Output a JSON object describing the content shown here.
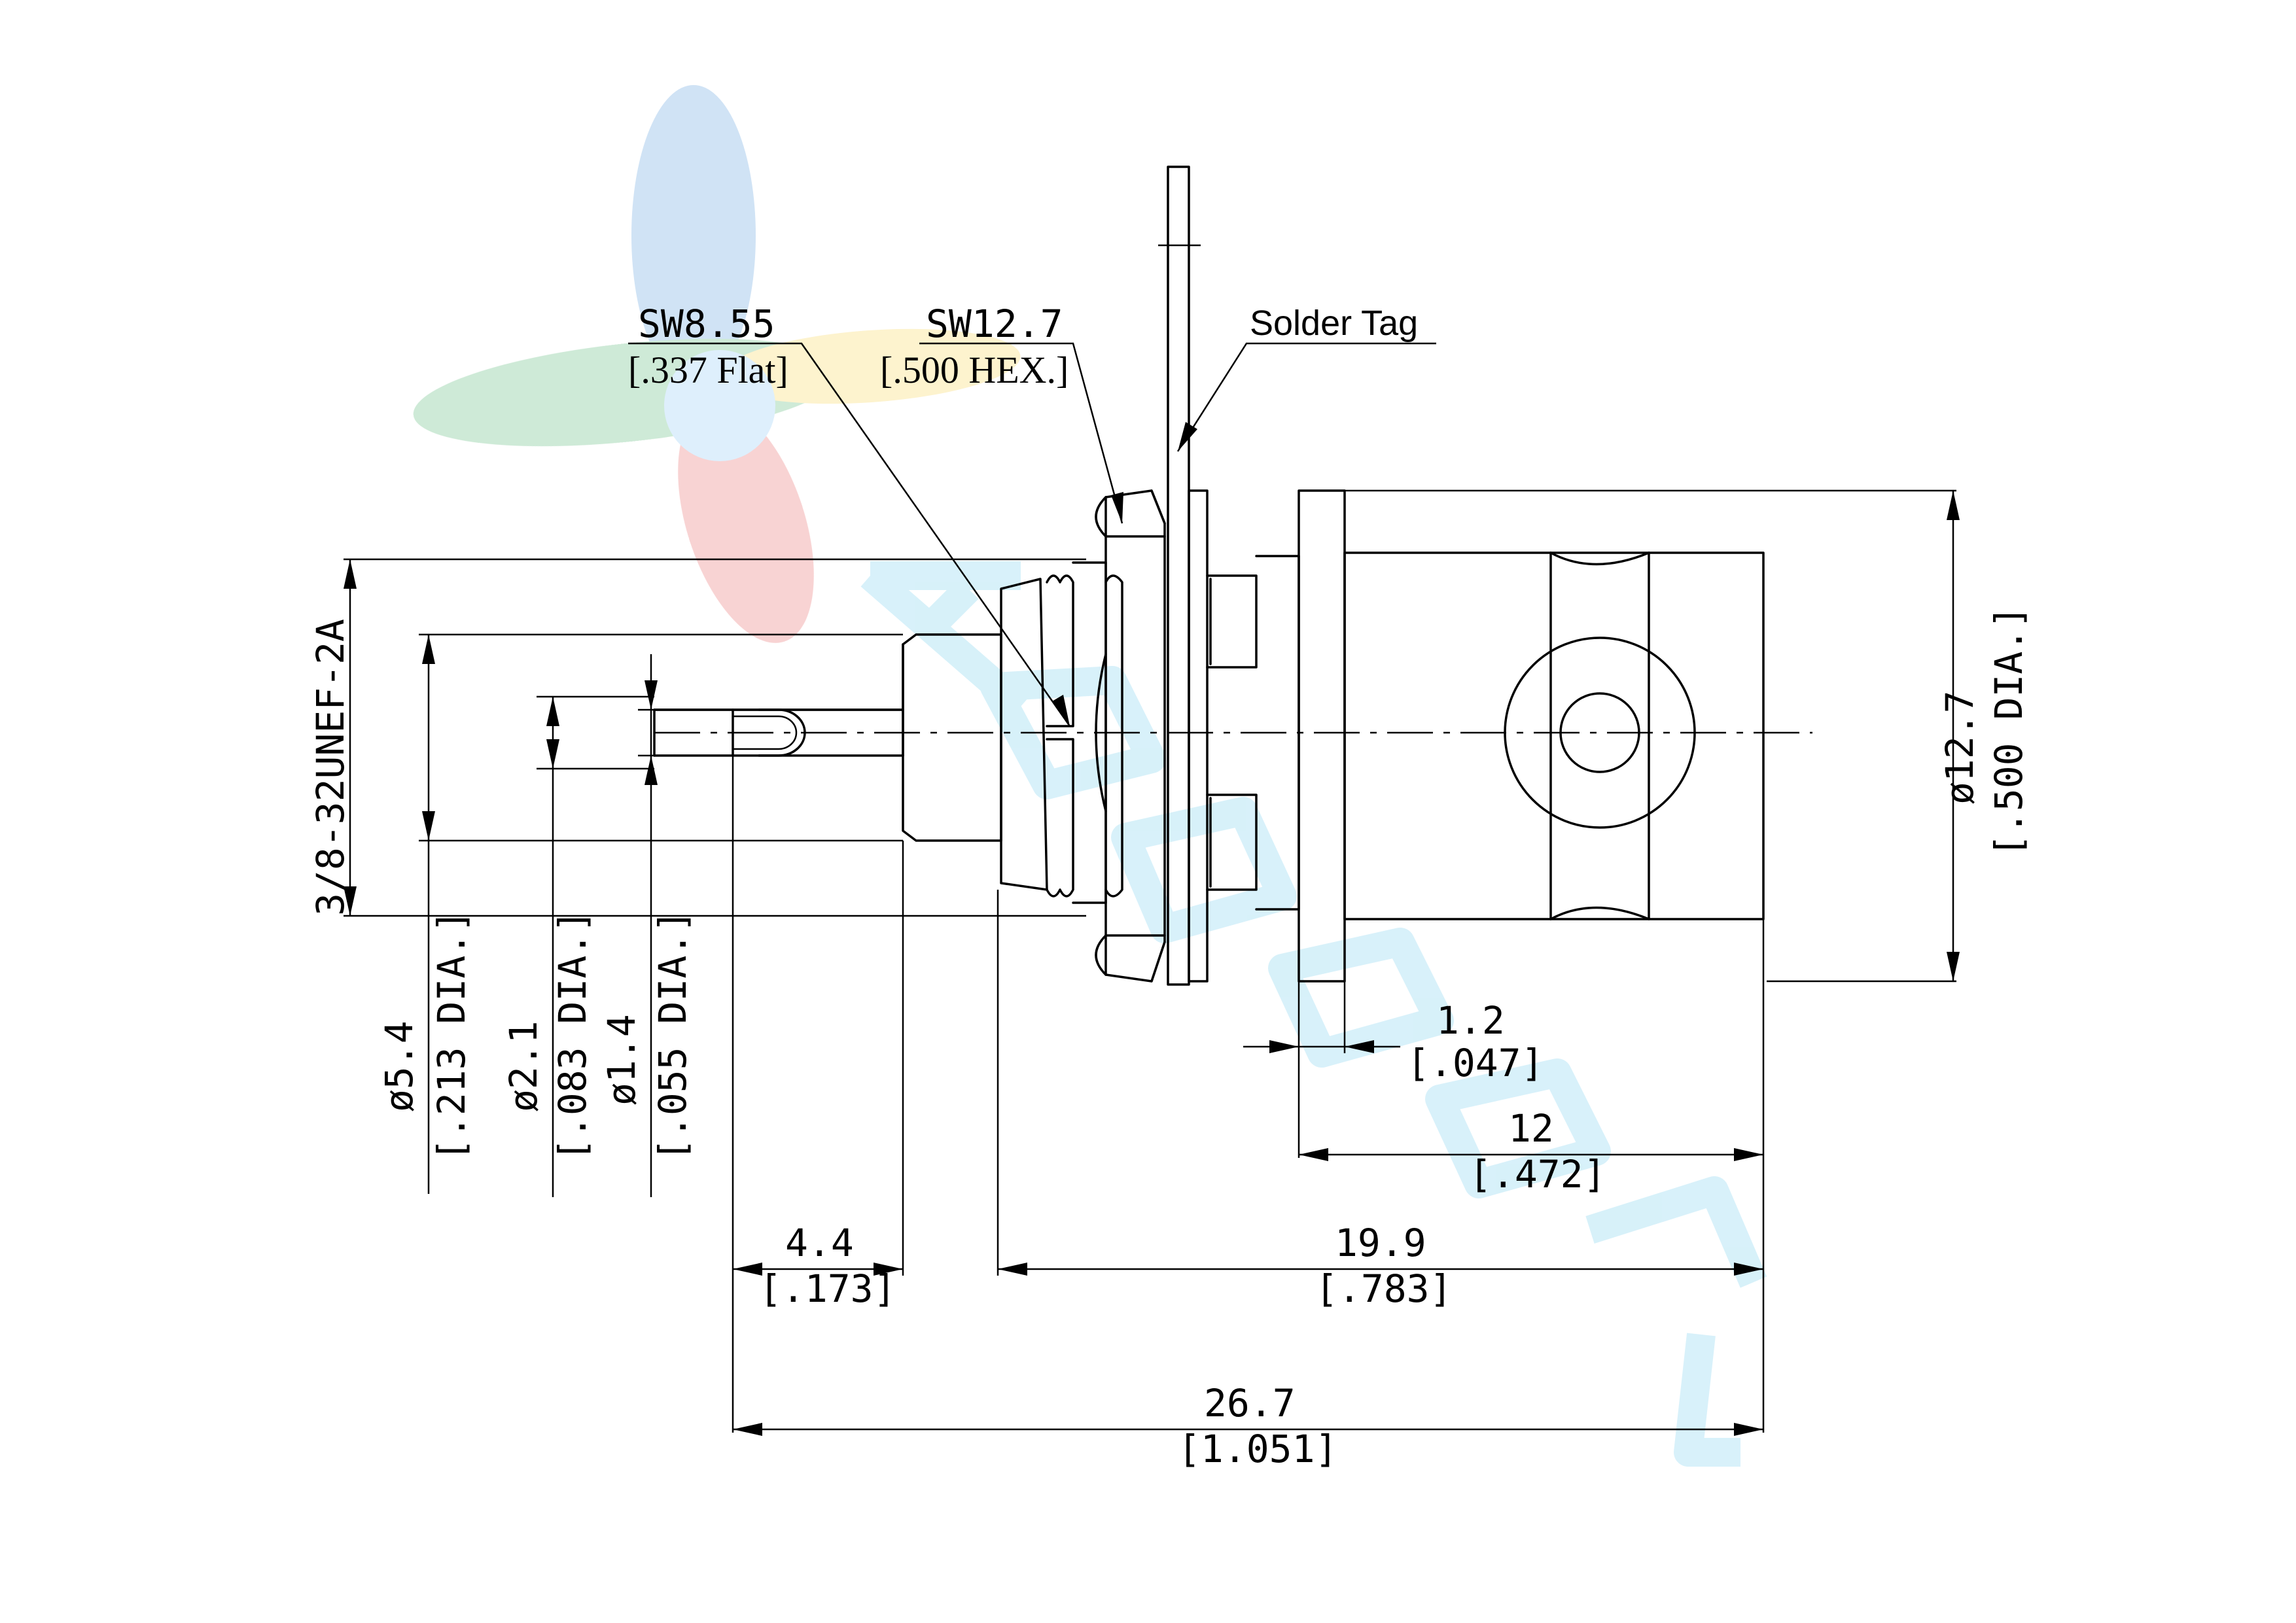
{
  "labels": {
    "sw_small": "SW8.55",
    "sw_small_sub": "[.337 Flat]",
    "sw_large": "SW12.7",
    "sw_large_sub": "[.500 HEX.]",
    "solder_tag": "Solder Tag",
    "thread": "3/8-32UNEF-2A",
    "od_main": "ø12.7",
    "od_main_sub": "[.500 DIA.]",
    "d_5_4": "ø5.4",
    "d_5_4_sub": "[.213 DIA.]",
    "d_2_1": "ø2.1",
    "d_2_1_sub": "[.083 DIA.]",
    "d_1_4": "ø1.4",
    "d_1_4_sub": "[.055 DIA.]",
    "len_1_2": "1.2",
    "len_1_2_sub": "[.047]",
    "len_12": "12",
    "len_12_sub": "[.472]",
    "len_4_4": "4.4",
    "len_4_4_sub": "[.173]",
    "len_19_9": "19.9",
    "len_19_9_sub": "[.783]",
    "len_26_7": "26.7",
    "len_26_7_sub": "[1.051]"
  },
  "watermark": {
    "colors": [
      "#2b7fd0",
      "#22a14a",
      "#e03a3a",
      "#f3c623"
    ],
    "text_color": "#8fd8f0"
  }
}
